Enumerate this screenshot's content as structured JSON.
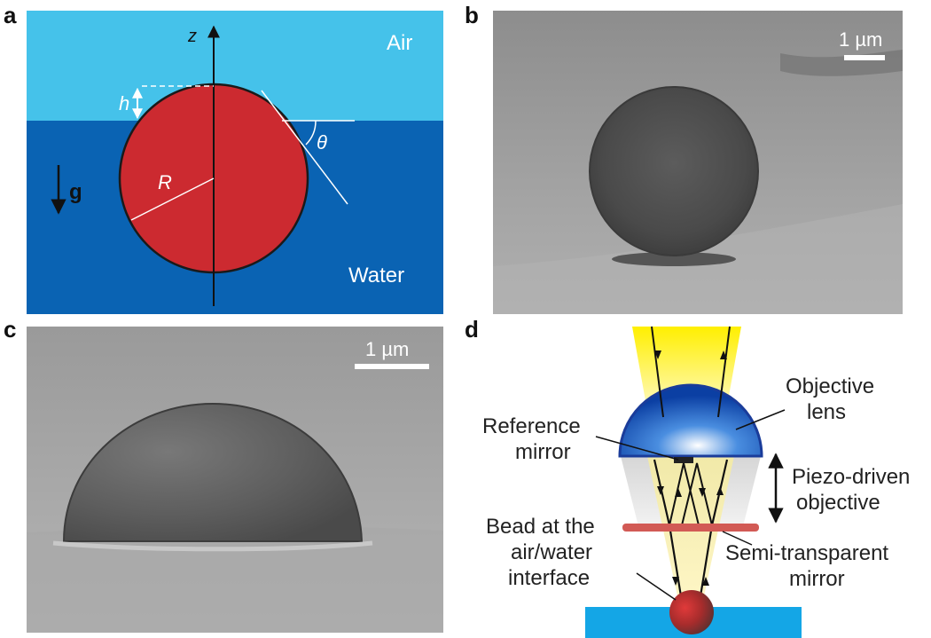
{
  "panels": {
    "a": {
      "letter": "a",
      "air_label": "Air",
      "water_label": "Water",
      "z_label": "z",
      "h_label": "h",
      "theta_label": "θ",
      "R_label": "R",
      "g_label": "g",
      "colors": {
        "air": "#45c2ea",
        "water": "#0a63b3",
        "bead": "#cc2a30"
      }
    },
    "b": {
      "letter": "b",
      "scale_label": "1 µm"
    },
    "c": {
      "letter": "c",
      "scale_label": "1 µm"
    },
    "d": {
      "letter": "d",
      "objective_label_1": "Objective",
      "objective_label_2": "lens",
      "reference_label_1": "Reference",
      "reference_label_2": "mirror",
      "piezo_label_1": "Piezo-driven",
      "piezo_label_2": "objective",
      "bead_label_1": "Bead at the",
      "bead_label_2": "air/water",
      "bead_label_3": "interface",
      "semi_label_1": "Semi-transparent",
      "semi_label_2": "mirror"
    }
  }
}
